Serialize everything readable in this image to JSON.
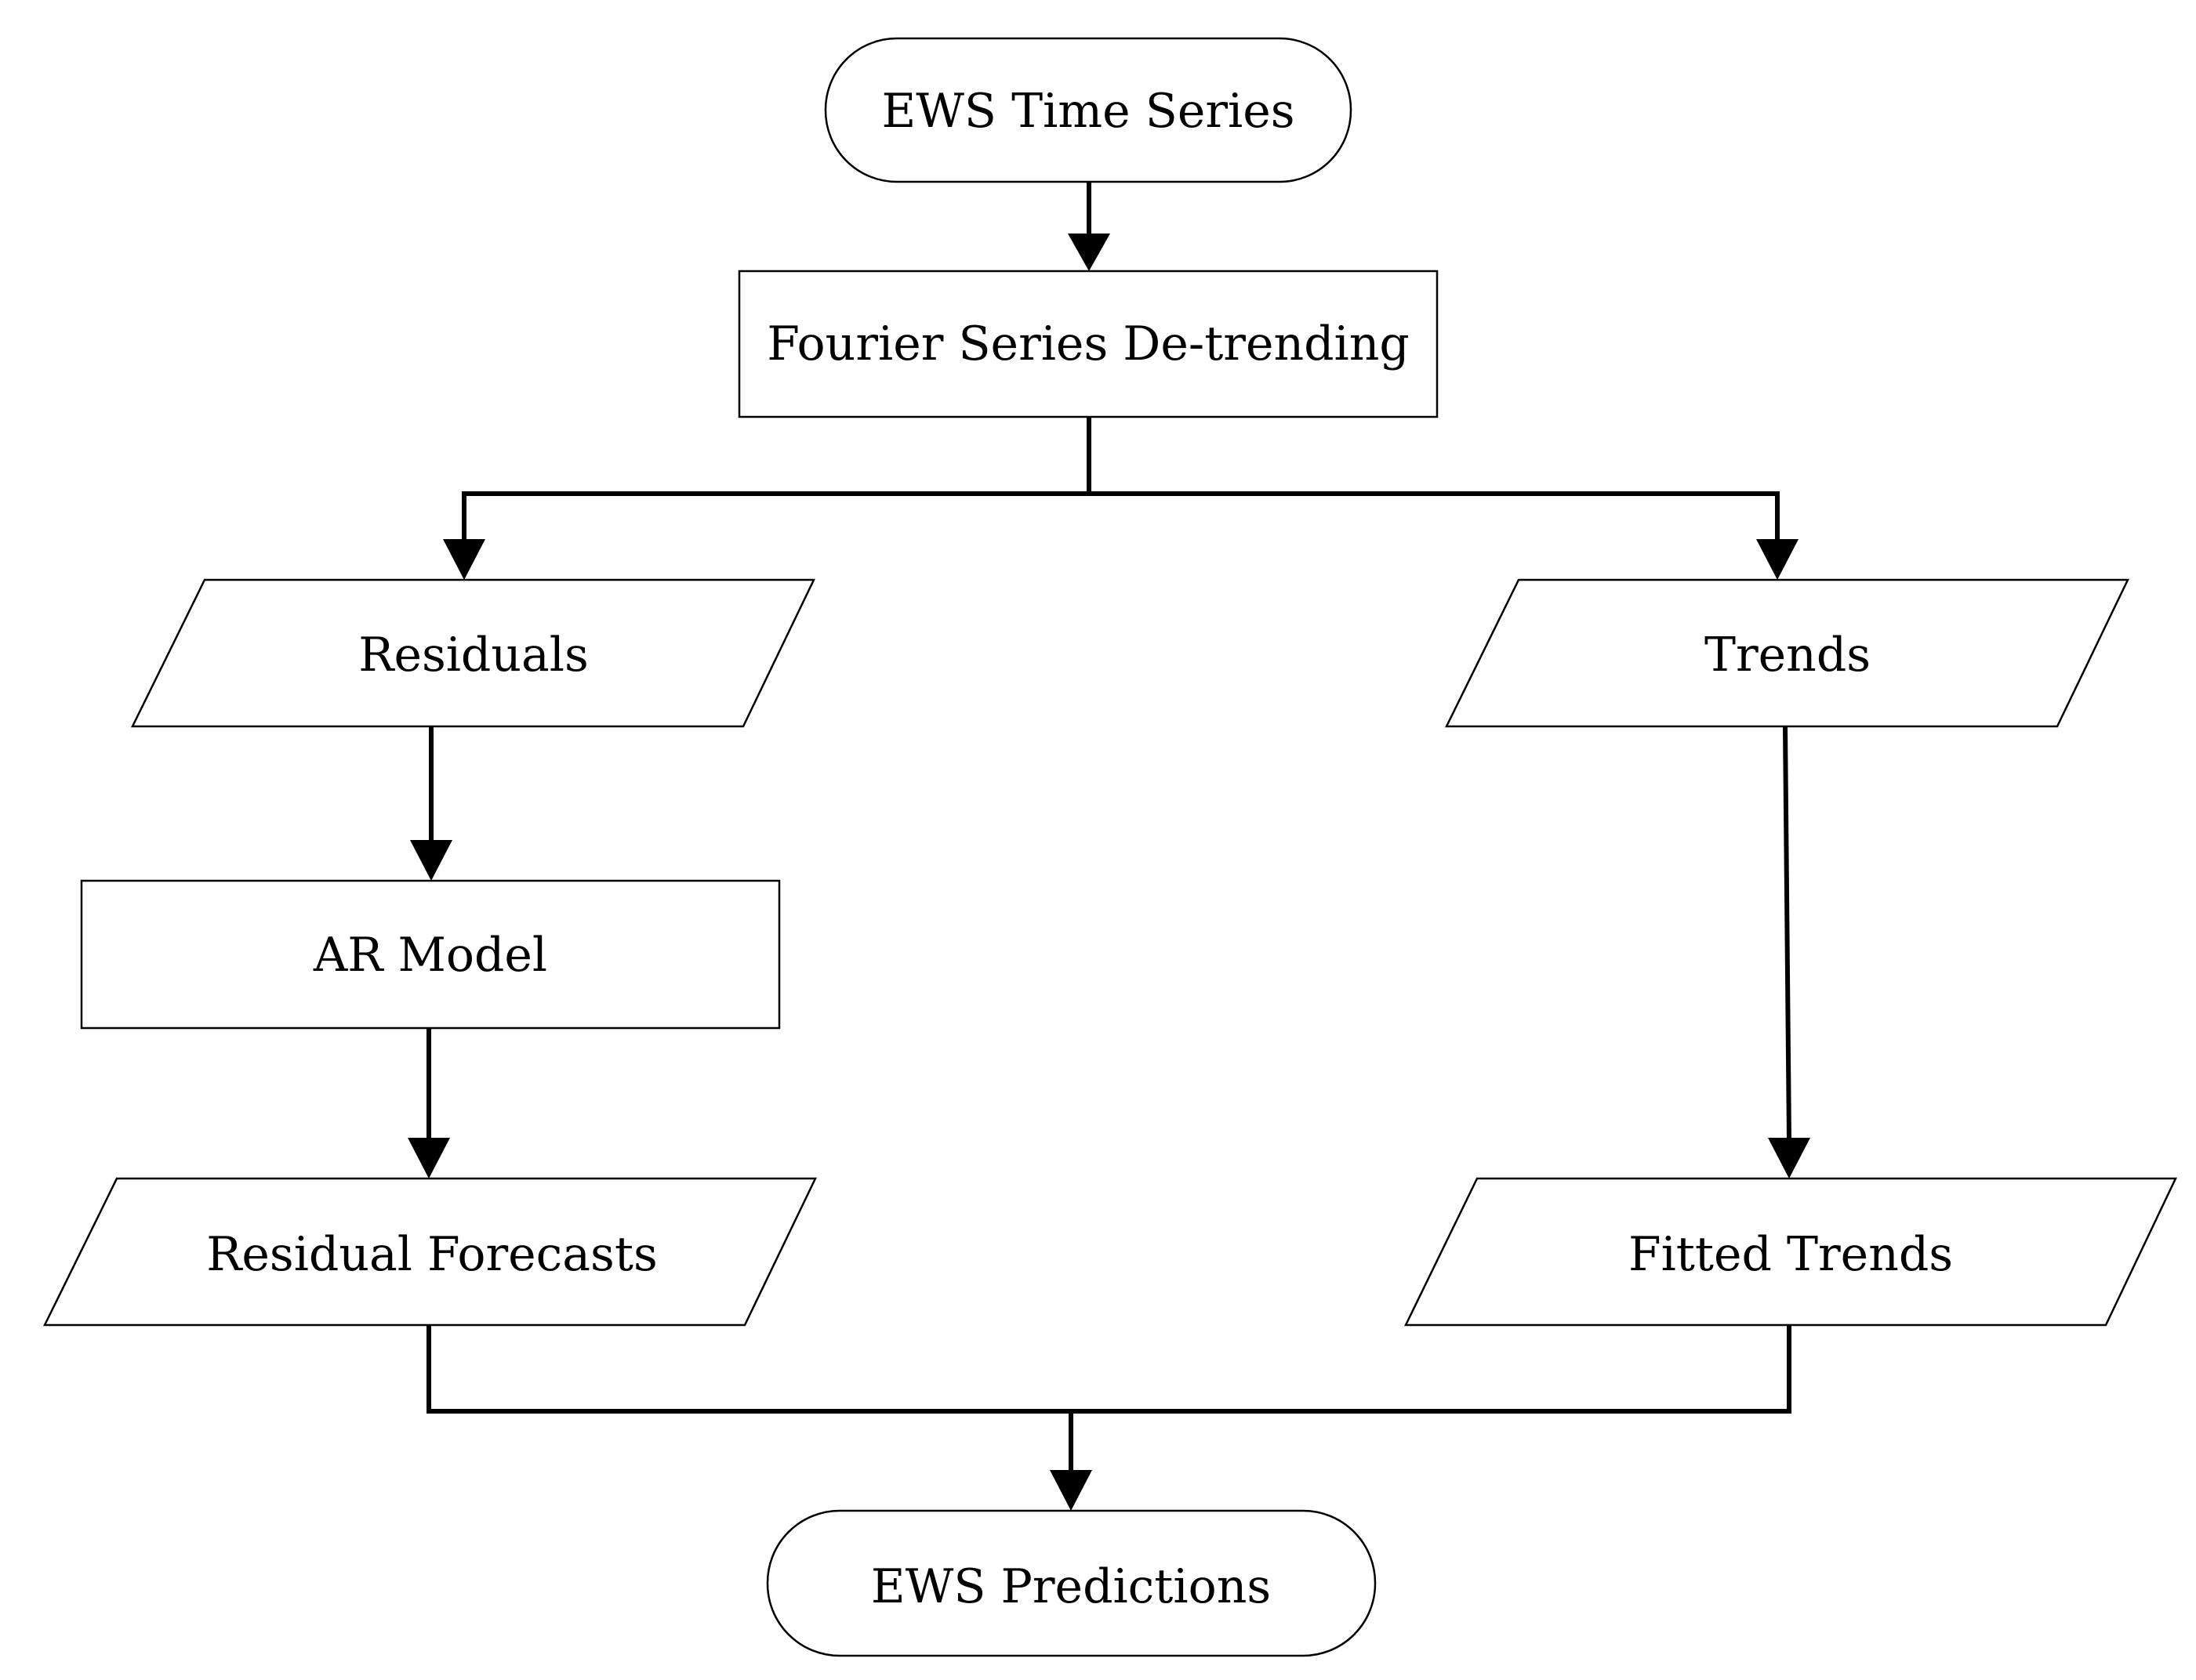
{
  "nodes": {
    "ews_time_series": {
      "label": "EWS Time Series",
      "shape": "terminator"
    },
    "fourier_detrending": {
      "label": "Fourier Series De-trending",
      "shape": "process"
    },
    "residuals": {
      "label": "Residuals",
      "shape": "data"
    },
    "trends": {
      "label": "Trends",
      "shape": "data"
    },
    "ar_model": {
      "label": "AR Model",
      "shape": "process"
    },
    "residual_forecasts": {
      "label": "Residual Forecasts",
      "shape": "data"
    },
    "fitted_trends": {
      "label": "Fitted Trends",
      "shape": "data"
    },
    "ews_predictions": {
      "label": "EWS Predictions",
      "shape": "terminator"
    }
  },
  "edges": [
    {
      "from": "ews_time_series",
      "to": "fourier_detrending"
    },
    {
      "from": "fourier_detrending",
      "to": "residuals"
    },
    {
      "from": "fourier_detrending",
      "to": "trends"
    },
    {
      "from": "residuals",
      "to": "ar_model"
    },
    {
      "from": "ar_model",
      "to": "residual_forecasts"
    },
    {
      "from": "trends",
      "to": "fitted_trends"
    },
    {
      "from": "residual_forecasts",
      "to": "ews_predictions"
    },
    {
      "from": "fitted_trends",
      "to": "ews_predictions"
    }
  ],
  "colors": {
    "stroke": "#000000",
    "fill": "#ffffff",
    "text": "#000000"
  }
}
